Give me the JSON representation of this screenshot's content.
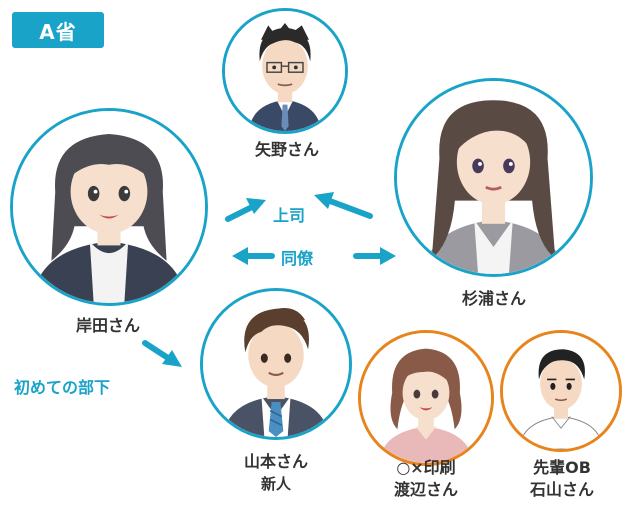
{
  "organization_badge": "A省",
  "people": {
    "yano": {
      "name": "矢野さん"
    },
    "kishida": {
      "name": "岸田さん"
    },
    "sugiura": {
      "name": "杉浦さん"
    },
    "yamamoto": {
      "name": "山本さん",
      "role": "新人"
    },
    "watanabe": {
      "company": "○×印刷",
      "name": "渡辺さん"
    },
    "ishiyama": {
      "role": "先輩OB",
      "name": "石山さん"
    }
  },
  "relations": {
    "boss": "上司",
    "colleague": "同僚",
    "first_subordinate": "初めての部下"
  },
  "colors": {
    "teal": "#1aa3c9",
    "orange": "#e8841c"
  }
}
